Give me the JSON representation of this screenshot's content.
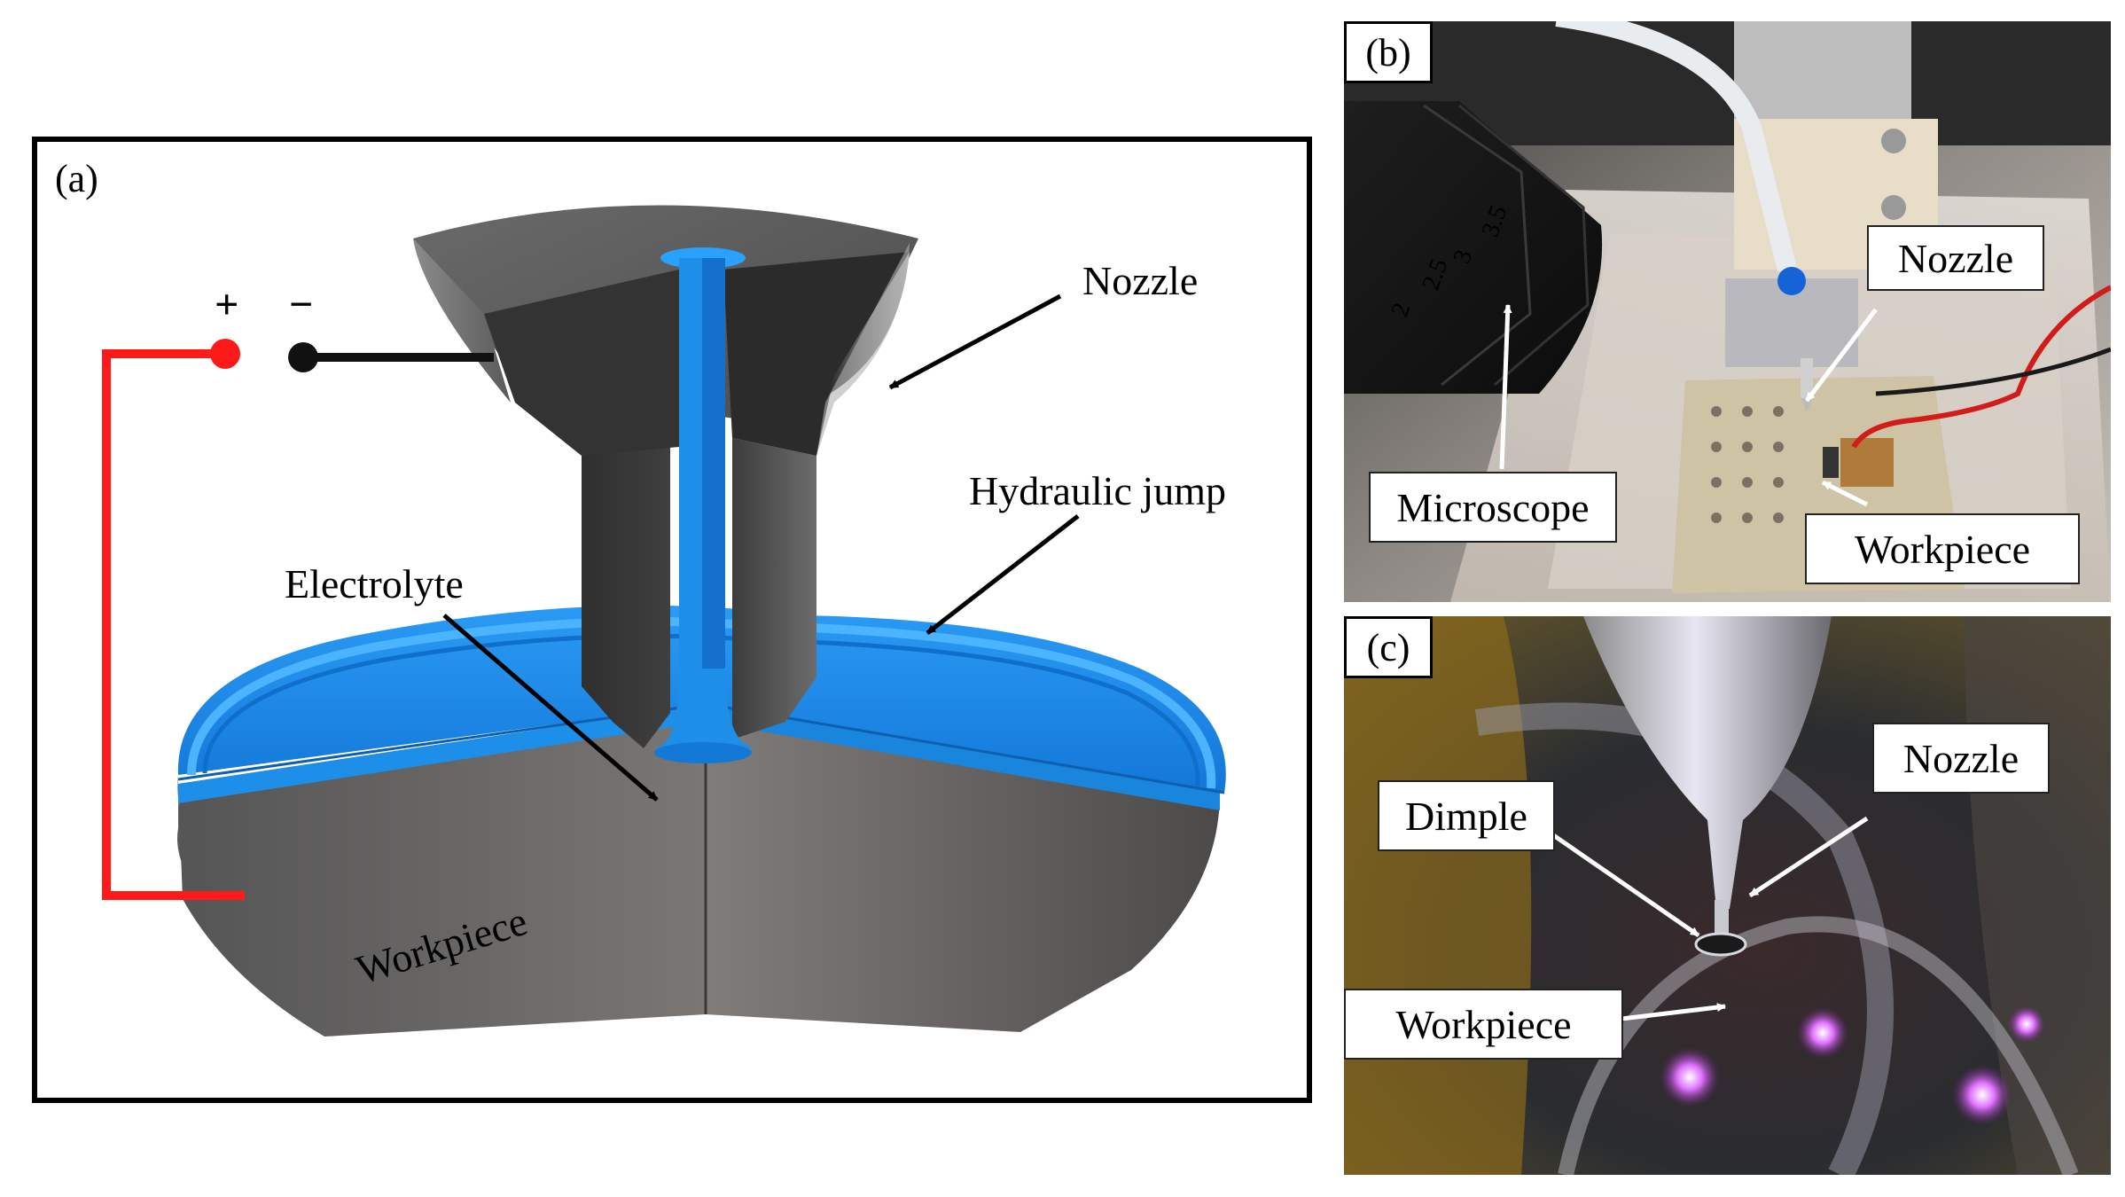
{
  "panel_a": {
    "tag": "(a)",
    "labels": {
      "nozzle": "Nozzle",
      "hydraulic_jump": "Hydraulic jump",
      "electrolyte": "Electrolyte",
      "workpiece": "Workpiece",
      "plus": "+",
      "minus": "−"
    }
  },
  "panel_b": {
    "tag": "(b)",
    "labels": {
      "nozzle": "Nozzle",
      "microscope": "Microscope",
      "workpiece": "Workpiece",
      "scale_marks": [
        "2",
        "2.5",
        "3",
        "3.5"
      ]
    }
  },
  "panel_c": {
    "tag": "(c)",
    "labels": {
      "nozzle": "Nozzle",
      "dimple": "Dimple",
      "workpiece": "Workpiece"
    }
  },
  "colors": {
    "electrolyte_blue": "#1e8fe8",
    "positive_wire": "#ff1a1a",
    "negative_wire": "#111111",
    "nozzle_dark": "#3a3a3a",
    "workpiece_gray": "#6e6a68"
  }
}
